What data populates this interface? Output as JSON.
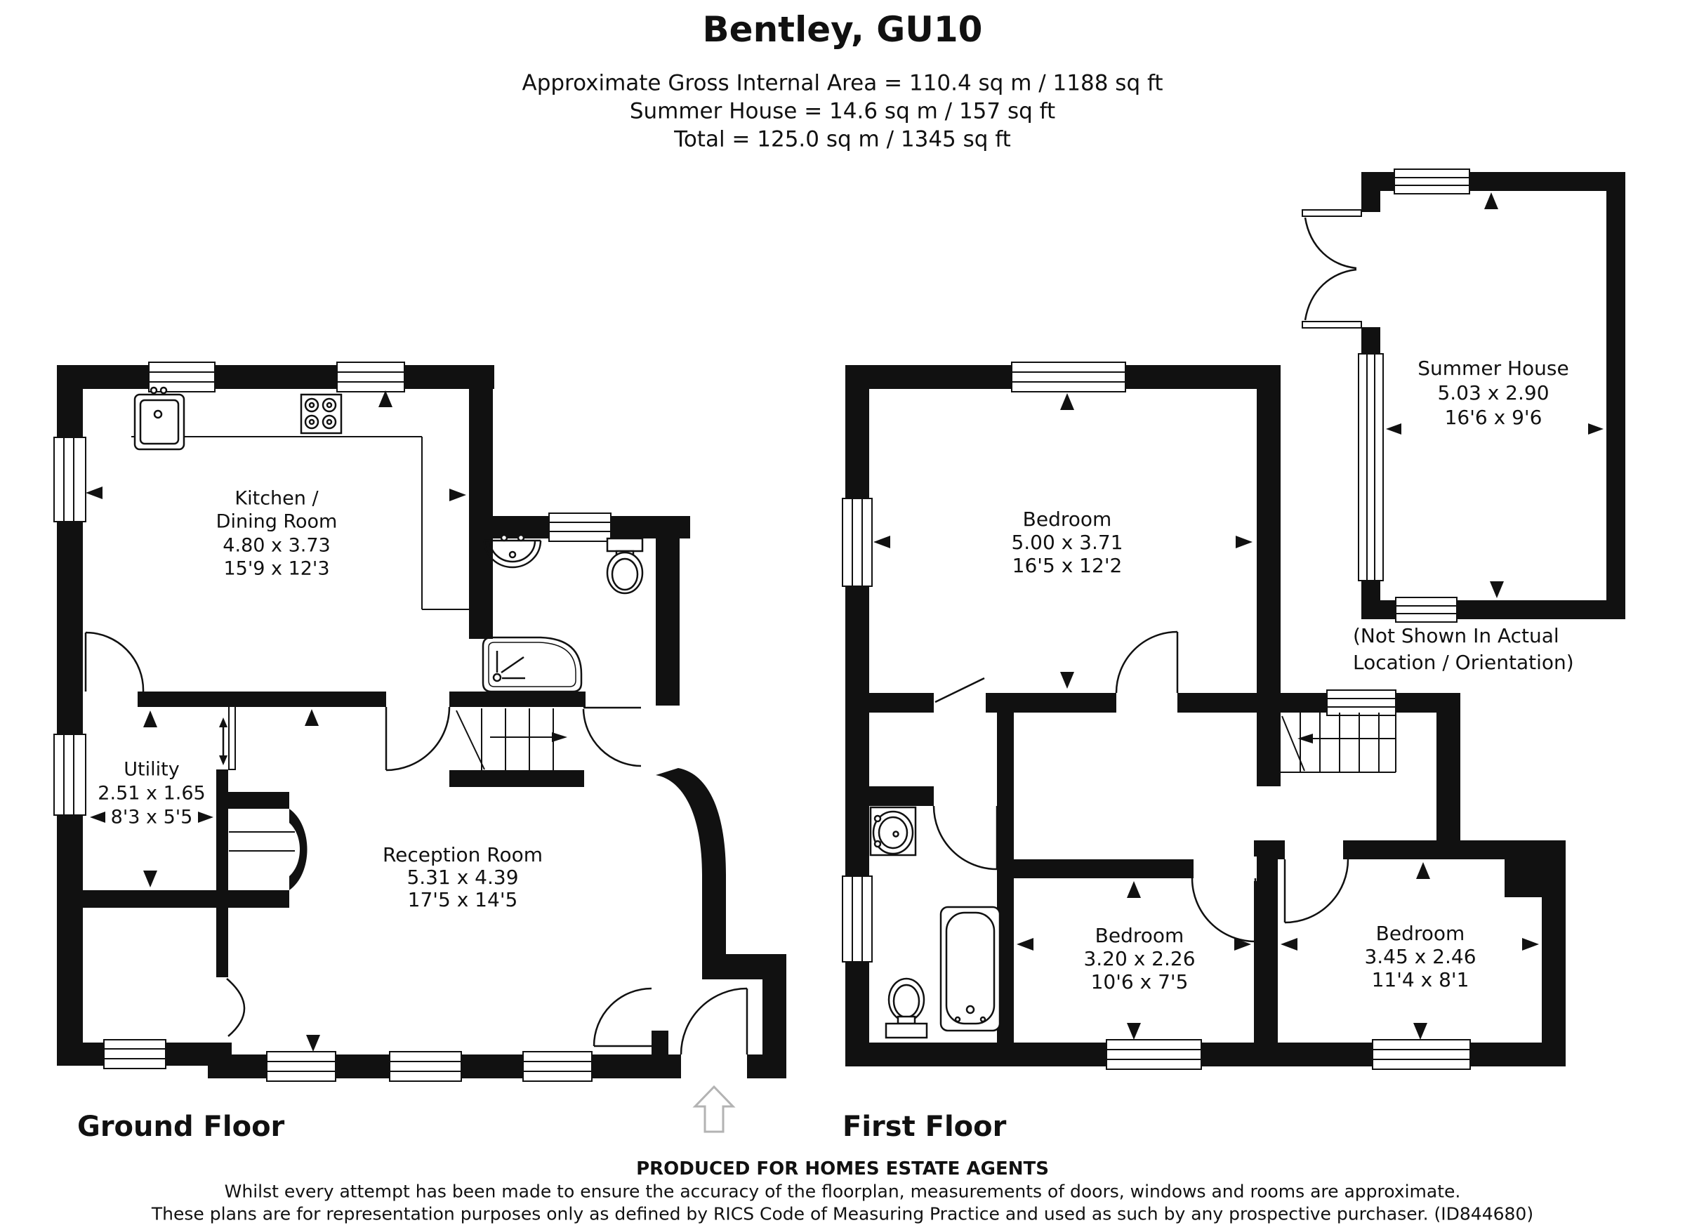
{
  "header": {
    "title": "Bentley, GU10",
    "area_line1": "Approximate Gross Internal Area = 110.4 sq m / 1188 sq ft",
    "area_line2": "Summer House = 14.6 sq m / 157 sq ft",
    "area_line3": "Total = 125.0 sq m / 1345 sq ft"
  },
  "ground_floor": {
    "label": "Ground Floor",
    "rooms": {
      "kitchen": {
        "line1": "Kitchen /",
        "line2": "Dining Room",
        "metric": "4.80 x 3.73",
        "imperial": "15'9 x 12'3"
      },
      "utility": {
        "line1": "Utility",
        "metric": "2.51 x 1.65",
        "imperial": "8'3 x 5'5"
      },
      "reception": {
        "line1": "Reception Room",
        "metric": "5.31 x 4.39",
        "imperial": "17'5 x 14'5"
      }
    }
  },
  "first_floor": {
    "label": "First Floor",
    "rooms": {
      "bedroom1": {
        "line1": "Bedroom",
        "metric": "5.00 x 3.71",
        "imperial": "16'5 x 12'2"
      },
      "bedroom2": {
        "line1": "Bedroom",
        "metric": "3.20 x 2.26",
        "imperial": "10'6 x 7'5"
      },
      "bedroom3": {
        "line1": "Bedroom",
        "metric": "3.45 x 2.46",
        "imperial": "11'4 x 8'1"
      }
    }
  },
  "summer_house": {
    "line1": "Summer House",
    "metric": "5.03 x 2.90",
    "imperial": "16'6 x 9'6",
    "note_line1": "(Not Shown In Actual",
    "note_line2": "Location / Orientation)"
  },
  "footer": {
    "produced": "PRODUCED FOR HOMES ESTATE AGENTS",
    "disclaimer1": "Whilst every attempt has been made to ensure the accuracy of the floorplan, measurements of doors, windows and rooms are approximate.",
    "disclaimer2": "These plans are for representation purposes only as defined by RICS Code of Measuring Practice and used as such by any prospective purchaser. (ID844680)"
  },
  "colors": {
    "wall": "#111111",
    "text": "#111111",
    "entry_arrow": "#b3b3b3"
  }
}
